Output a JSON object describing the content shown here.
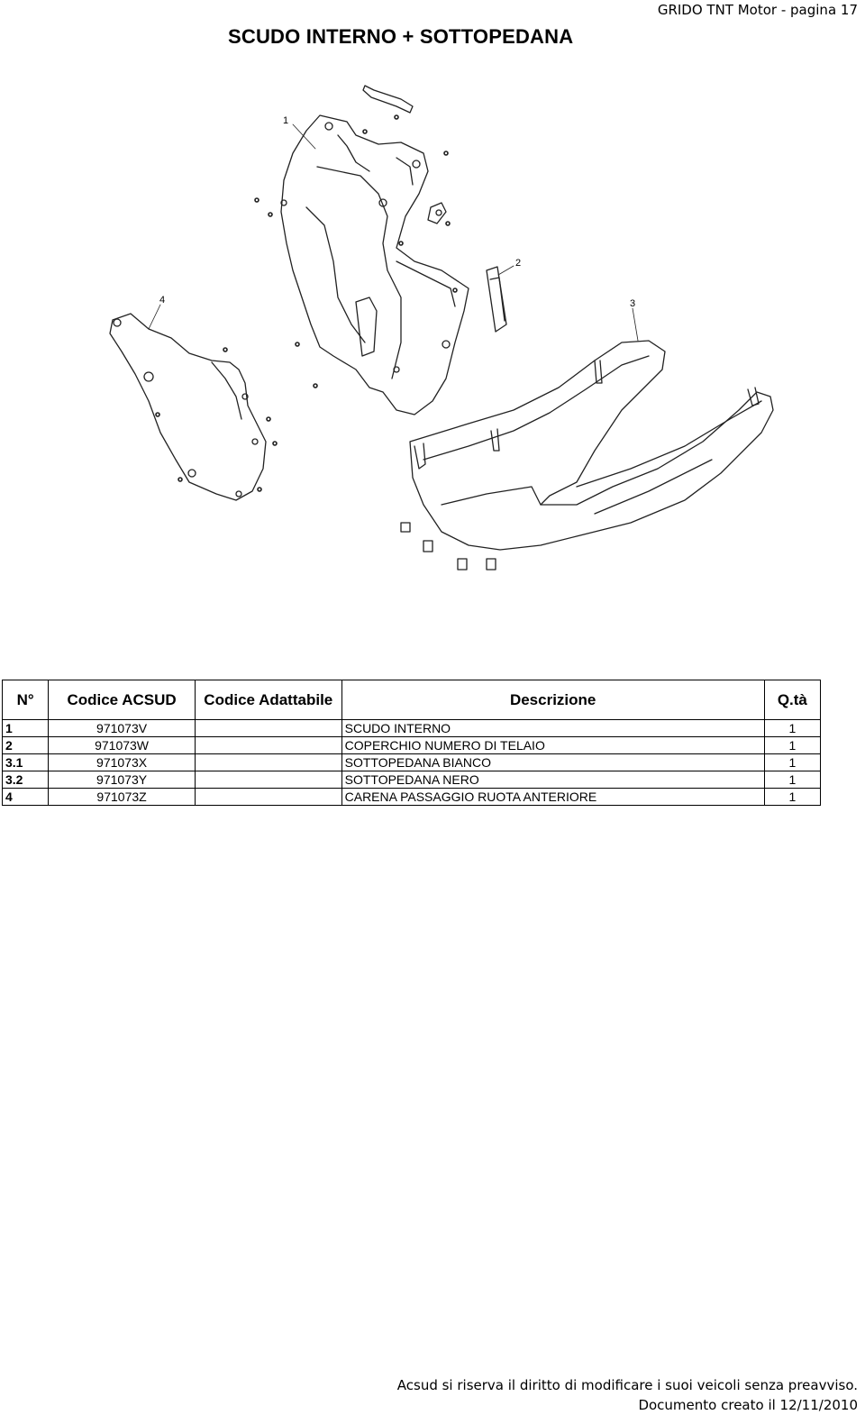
{
  "header": {
    "page_label": "GRIDO TNT Motor - pagina 17"
  },
  "title": "SCUDO INTERNO + SOTTOPEDANA",
  "diagram": {
    "callouts": [
      "1",
      "2",
      "3",
      "4"
    ]
  },
  "table": {
    "headers": {
      "num": "N°",
      "code": "Codice ACSUD",
      "adapt": "Codice Adattabile",
      "desc": "Descrizione",
      "qty": "Q.tà"
    },
    "rows": [
      {
        "num": "1",
        "code": "971073V",
        "adapt": "",
        "desc": "SCUDO INTERNO",
        "qty": "1"
      },
      {
        "num": "2",
        "code": "971073W",
        "adapt": "",
        "desc": "COPERCHIO NUMERO DI TELAIO",
        "qty": "1"
      },
      {
        "num": "3.1",
        "code": "971073X",
        "adapt": "",
        "desc": "SOTTOPEDANA BIANCO",
        "qty": "1"
      },
      {
        "num": "3.2",
        "code": "971073Y",
        "adapt": "",
        "desc": "SOTTOPEDANA NERO",
        "qty": "1"
      },
      {
        "num": "4",
        "code": "971073Z",
        "adapt": "",
        "desc": "CARENA PASSAGGIO RUOTA ANTERIORE",
        "qty": "1"
      }
    ]
  },
  "footer": {
    "disclaimer": "Acsud si riserva il diritto di modificare  i suoi veicoli senza preavviso.",
    "created": "Documento creato il 12/11/2010"
  }
}
